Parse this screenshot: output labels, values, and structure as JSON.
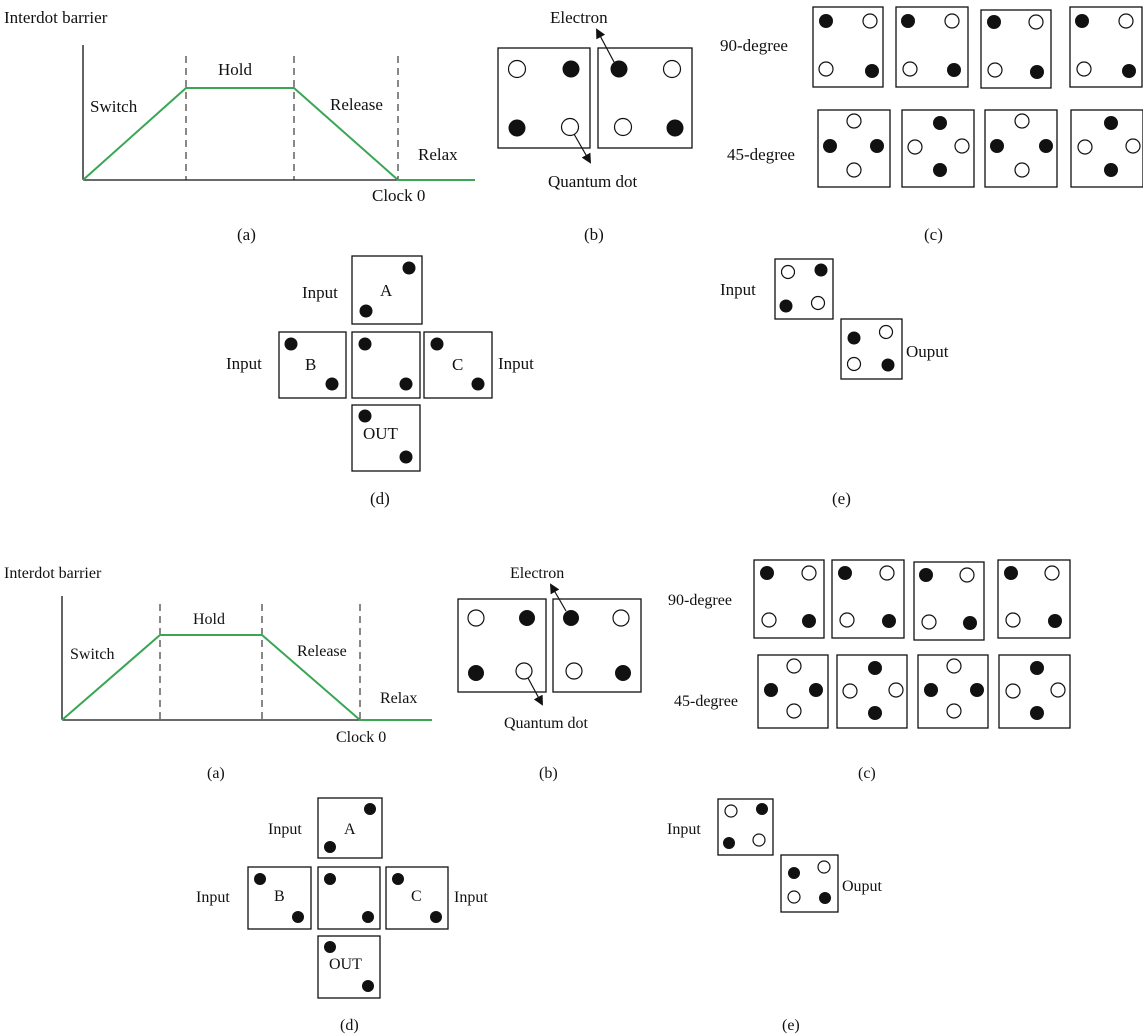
{
  "top": {
    "a": {
      "ylabel": "Interdot barrier",
      "hold": "Hold",
      "switch": "Switch",
      "release": "Release",
      "relax": "Relax",
      "clock": "Clock 0",
      "caption": "(a)"
    },
    "b": {
      "electron": "Electron",
      "quantum_dot": "Quantum dot",
      "caption": "(b)"
    },
    "c": {
      "deg90": "90-degree",
      "deg45": "45-degree",
      "caption": "(c)"
    },
    "d": {
      "input_a": "Input",
      "cell_a": "A",
      "input_b": "Input",
      "cell_b": "B",
      "input_c": "Input",
      "cell_c": "C",
      "out": "OUT",
      "caption": "(d)"
    },
    "e": {
      "input": "Input",
      "output": "Ouput",
      "caption": "(e)"
    }
  },
  "bottom": {
    "a": {
      "ylabel": "Interdot barrier",
      "hold": "Hold",
      "switch": "Switch",
      "release": "Release",
      "relax": "Relax",
      "clock": "Clock 0",
      "caption": "(a)"
    },
    "b": {
      "electron": "Electron",
      "quantum_dot": "Quantum dot",
      "caption": "(b)"
    },
    "c": {
      "deg90": "90-degree",
      "deg45": "45-degree",
      "caption": "(c)"
    },
    "d": {
      "input_a": "Input",
      "cell_a": "A",
      "input_b": "Input",
      "cell_b": "B",
      "input_c": "Input",
      "cell_c": "C",
      "out": "OUT",
      "caption": "(d)"
    },
    "e": {
      "input": "Input",
      "output": "Ouput",
      "caption": "(e)"
    }
  },
  "colors": {
    "ink": "#111111",
    "clock_curve": "#3aa655",
    "background": "#ffffff"
  }
}
